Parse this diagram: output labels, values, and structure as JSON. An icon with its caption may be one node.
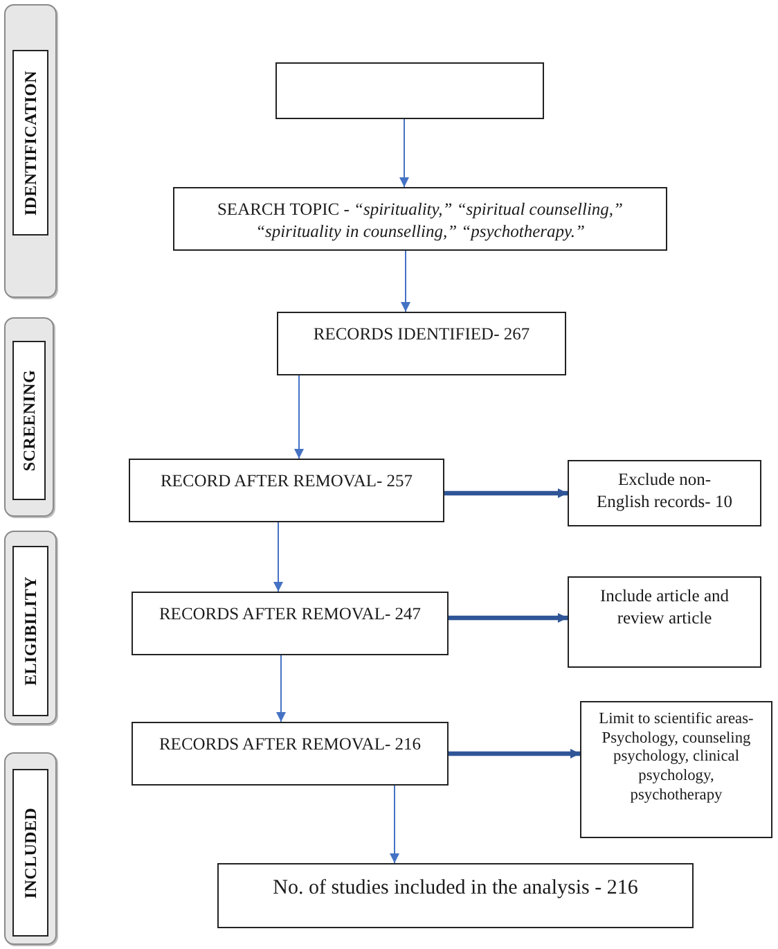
{
  "diagram": {
    "nodes": [
      {
        "text": [
          "IDENTIFICATION"
        ]
      },
      {
        "text": [],
        "shape": "box"
      },
      {
        "text": [
          "SEARCH TOPIC - *“spirituality,” “spiritual counselling,” “spirituality in counselling,” “psychotherapy.”*"
        ]
      },
      {
        "text": [
          "RECORDS IDENTIFIED- 267"
        ]
      },
      {
        "text": [
          "SCREENING"
        ]
      },
      {
        "text": [
          "RECORD AFTER REMOVAL- 257"
        ]
      },
      {
        "text": [
          "Exclude non-English records- 10"
        ]
      },
      {
        "text": [
          "ELIGIBILITY"
        ]
      },
      {
        "text": [
          "RECORDS AFTER REMOVAL- 247"
        ]
      },
      {
        "text": [
          "Include article and review article"
        ]
      },
      {
        "text": [
          "INCLUDED"
        ]
      },
      {
        "text": [
          "RECORDS AFTER REMOVAL- 216"
        ]
      },
      {
        "text": [
          "Limit to scientific areas- Psychology, counseling psychology, clinical psychology, psychotherapy"
        ]
      },
      {
        "text": [
          "No. of studies included in the analysis - 216"
        ]
      }
    ],
    "edges": [
      {
        "from": 1,
        "to": 2,
        "arrow": "to"
      },
      {
        "from": 2,
        "to": 3,
        "arrow": "to"
      },
      {
        "from": 3,
        "to": 5,
        "arrow": "to"
      },
      {
        "from": 5,
        "to": 6,
        "arrow": "to",
        "style": "thick",
        "color": "#2f5597"
      },
      {
        "from": 5,
        "to": 8,
        "arrow": "to"
      },
      {
        "from": 8,
        "to": 9,
        "arrow": "to",
        "style": "thick",
        "color": "#2f5597"
      },
      {
        "from": 8,
        "to": 11,
        "arrow": "to"
      },
      {
        "from": 11,
        "to": 12,
        "arrow": "to",
        "style": "thick",
        "color": "#2f5597"
      },
      {
        "from": 11,
        "to": 13,
        "arrow": "to"
      }
    ]
  }
}
